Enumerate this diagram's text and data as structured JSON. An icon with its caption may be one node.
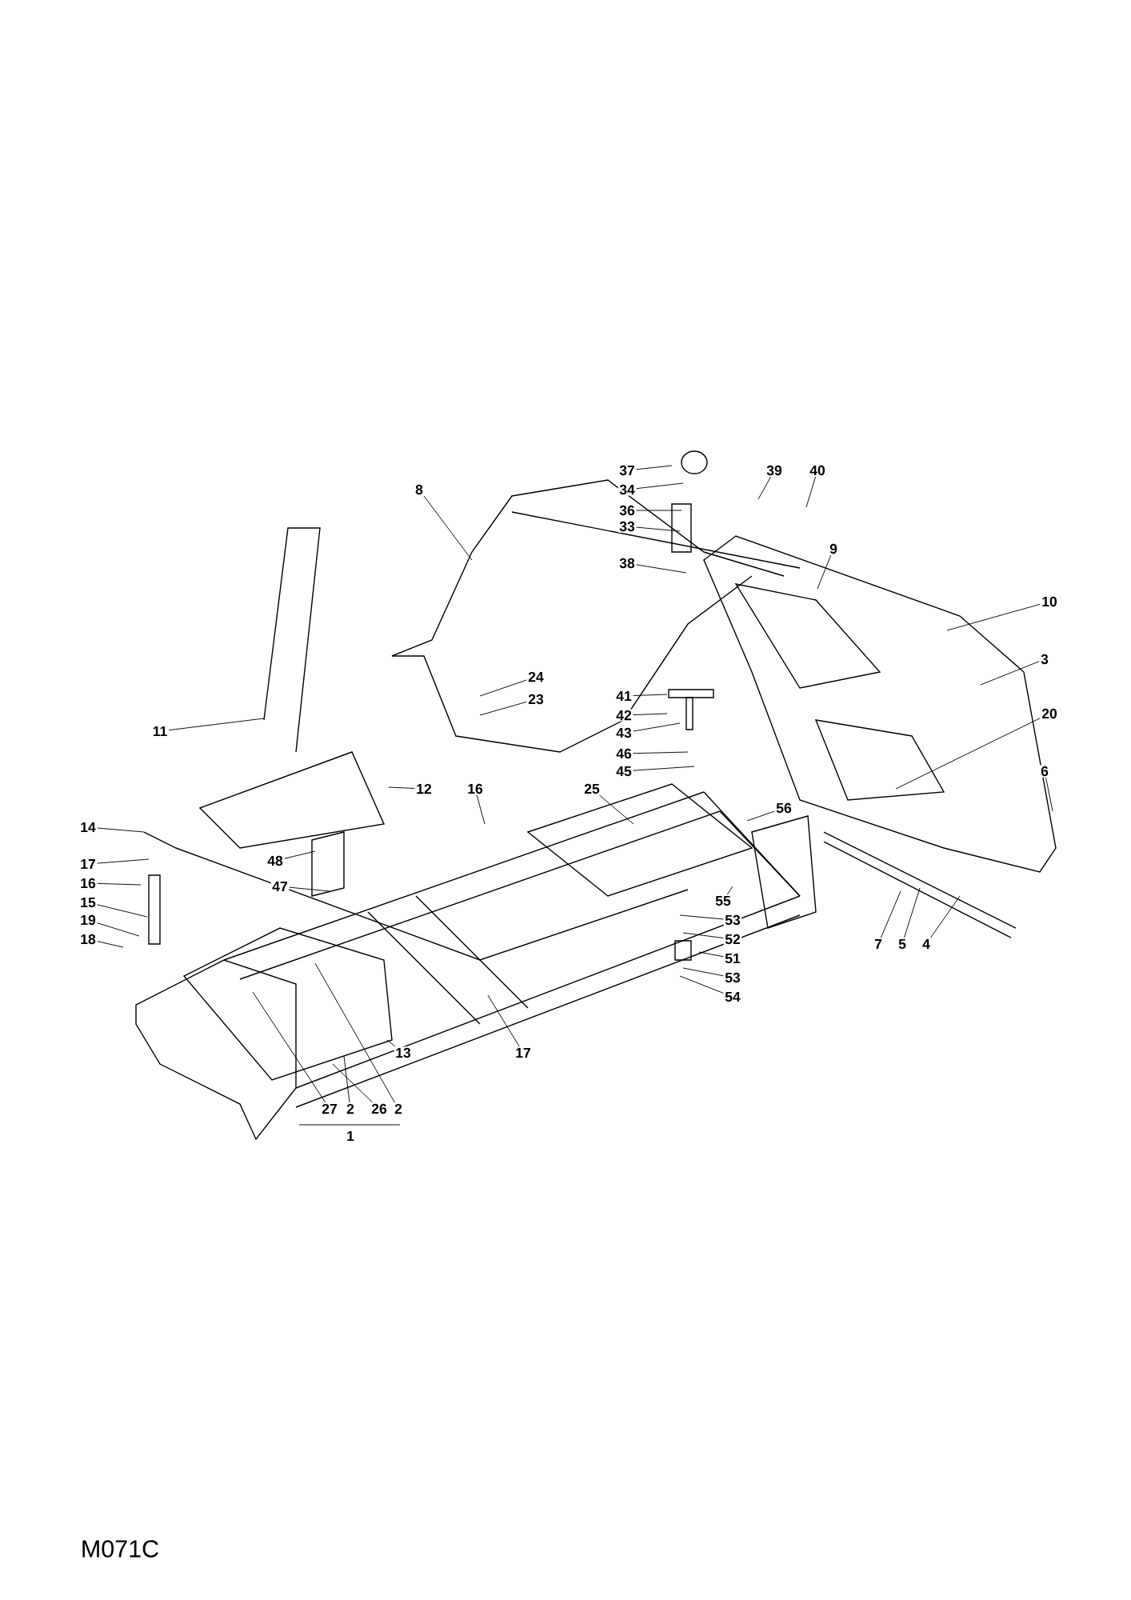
{
  "diagram": {
    "nodes": [
      {
        "text": [
          "37"
        ]
      },
      {
        "text": [
          "39"
        ]
      },
      {
        "text": [
          "40"
        ]
      },
      {
        "text": [
          "8"
        ]
      },
      {
        "text": [
          "34"
        ]
      },
      {
        "text": [
          "36"
        ]
      },
      {
        "text": [
          "33"
        ]
      },
      {
        "text": [
          "9"
        ]
      },
      {
        "text": [
          "38"
        ]
      },
      {
        "text": [
          "10"
        ]
      },
      {
        "text": [
          "3"
        ]
      },
      {
        "text": [
          "24"
        ]
      },
      {
        "text": [
          "23"
        ]
      },
      {
        "text": [
          "41"
        ]
      },
      {
        "text": [
          "20"
        ]
      },
      {
        "text": [
          "42"
        ]
      },
      {
        "text": [
          "11"
        ]
      },
      {
        "text": [
          "43"
        ]
      },
      {
        "text": [
          "46"
        ]
      },
      {
        "text": [
          "6"
        ]
      },
      {
        "text": [
          "45"
        ]
      },
      {
        "text": [
          "12"
        ]
      },
      {
        "text": [
          "16"
        ]
      },
      {
        "text": [
          "25"
        ]
      },
      {
        "text": [
          "56"
        ]
      },
      {
        "text": [
          "14"
        ]
      },
      {
        "text": [
          "48"
        ]
      },
      {
        "text": [
          "17"
        ]
      },
      {
        "text": [
          "16"
        ]
      },
      {
        "text": [
          "47"
        ]
      },
      {
        "text": [
          "55"
        ]
      },
      {
        "text": [
          "15"
        ]
      },
      {
        "text": [
          "53"
        ]
      },
      {
        "text": [
          "19"
        ]
      },
      {
        "text": [
          "52"
        ]
      },
      {
        "text": [
          "7"
        ]
      },
      {
        "text": [
          "5"
        ]
      },
      {
        "text": [
          "4"
        ]
      },
      {
        "text": [
          "18"
        ]
      },
      {
        "text": [
          "51"
        ]
      },
      {
        "text": [
          "53"
        ]
      },
      {
        "text": [
          "54"
        ]
      },
      {
        "text": [
          "13"
        ]
      },
      {
        "text": [
          "17"
        ]
      },
      {
        "text": [
          "27"
        ]
      },
      {
        "text": [
          "2"
        ]
      },
      {
        "text": [
          "26"
        ]
      },
      {
        "text": [
          "2"
        ]
      }
    ],
    "edges": [
      {
        "from": 0,
        "to": null,
        "arrow": "none"
      },
      {
        "from": 1,
        "to": null,
        "arrow": "none"
      },
      {
        "from": 2,
        "to": null,
        "arrow": "none"
      },
      {
        "from": 3,
        "to": null,
        "arrow": "none"
      },
      {
        "from": 4,
        "to": null,
        "arrow": "none"
      },
      {
        "from": 5,
        "to": null,
        "arrow": "none"
      },
      {
        "from": 6,
        "to": null,
        "arrow": "none"
      },
      {
        "from": 7,
        "to": null,
        "arrow": "none"
      },
      {
        "from": 8,
        "to": null,
        "arrow": "none"
      },
      {
        "from": 9,
        "to": null,
        "arrow": "none"
      },
      {
        "from": 10,
        "to": null,
        "arrow": "none"
      },
      {
        "from": 11,
        "to": null,
        "arrow": "none"
      },
      {
        "from": 12,
        "to": null,
        "arrow": "none"
      },
      {
        "from": 13,
        "to": null,
        "arrow": "none"
      },
      {
        "from": 14,
        "to": null,
        "arrow": "none"
      },
      {
        "from": 15,
        "to": null,
        "arrow": "none"
      },
      {
        "from": 16,
        "to": null,
        "arrow": "none"
      },
      {
        "from": 17,
        "to": null,
        "arrow": "none"
      },
      {
        "from": 18,
        "to": null,
        "arrow": "none"
      },
      {
        "from": 19,
        "to": null,
        "arrow": "none"
      },
      {
        "from": 20,
        "to": null,
        "arrow": "none"
      },
      {
        "from": 21,
        "to": null,
        "arrow": "none"
      },
      {
        "from": 22,
        "to": null,
        "arrow": "none"
      },
      {
        "from": 23,
        "to": null,
        "arrow": "none"
      },
      {
        "from": 24,
        "to": null,
        "arrow": "none"
      },
      {
        "from": 25,
        "to": null,
        "arrow": "none"
      },
      {
        "from": 26,
        "to": null,
        "arrow": "none"
      },
      {
        "from": 27,
        "to": null,
        "arrow": "none"
      },
      {
        "from": 28,
        "to": null,
        "arrow": "none"
      },
      {
        "from": 29,
        "to": null,
        "arrow": "none"
      },
      {
        "from": 30,
        "to": null,
        "arrow": "none"
      },
      {
        "from": 31,
        "to": null,
        "arrow": "none"
      },
      {
        "from": 32,
        "to": null,
        "arrow": "none"
      },
      {
        "from": 33,
        "to": null,
        "arrow": "none"
      },
      {
        "from": 34,
        "to": null,
        "arrow": "none"
      },
      {
        "from": 35,
        "to": null,
        "arrow": "none"
      },
      {
        "from": 36,
        "to": null,
        "arrow": "none"
      },
      {
        "from": 37,
        "to": null,
        "arrow": "none"
      },
      {
        "from": 38,
        "to": null,
        "arrow": "none"
      },
      {
        "from": 39,
        "to": null,
        "arrow": "none"
      },
      {
        "from": 40,
        "to": null,
        "arrow": "none"
      },
      {
        "from": 41,
        "to": null,
        "arrow": "none"
      },
      {
        "from": 42,
        "to": null,
        "arrow": "none"
      },
      {
        "from": 43,
        "to": null,
        "arrow": "none"
      },
      {
        "from": 44,
        "to": null,
        "arrow": "none"
      },
      {
        "from": 45,
        "to": null,
        "arrow": "none"
      },
      {
        "from": 46,
        "to": null,
        "arrow": "none"
      },
      {
        "from": 47,
        "to": null,
        "arrow": "none"
      }
    ],
    "labels": [
      "1",
      "M071C"
    ]
  }
}
